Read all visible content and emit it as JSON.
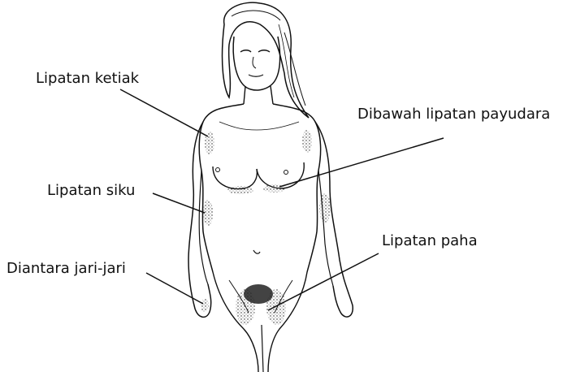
{
  "labels": {
    "armpit": "Lipatan ketiak",
    "under_breast": "Dibawah lipatan payudara",
    "elbow": "Lipatan siku",
    "groin": "Lipatan paha",
    "fingers": "Diantara jari-jari"
  },
  "colors": {
    "ink": "#111111",
    "background": "#ffffff"
  }
}
